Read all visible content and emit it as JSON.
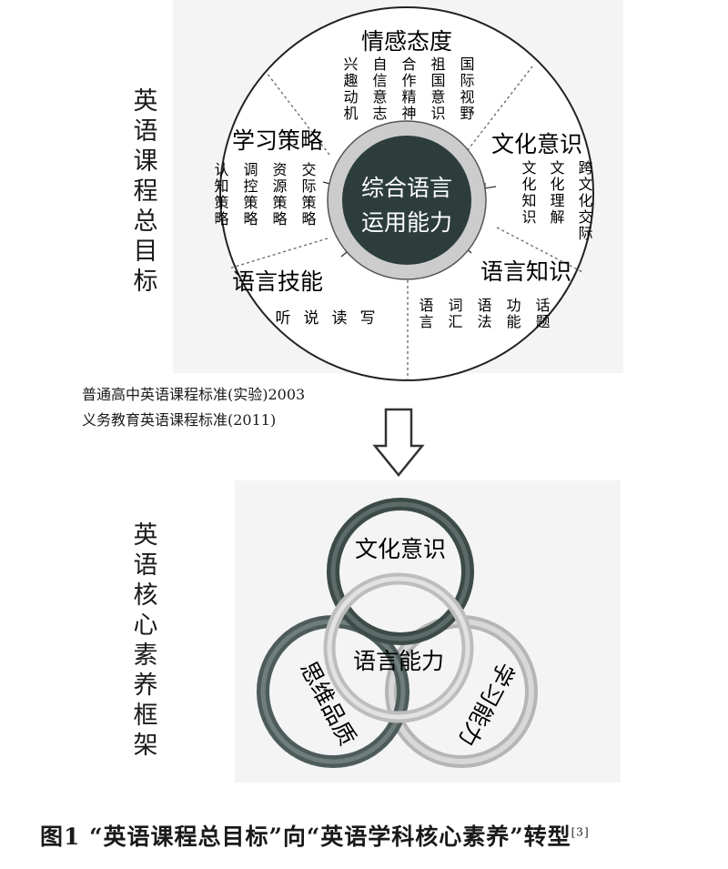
{
  "top_side_label": "英语课程总目标",
  "bottom_side_label": "英语核心素养框架",
  "top_diagram": {
    "center": [
      "综合语言",
      "运用能力"
    ],
    "sections": [
      {
        "title": "情感态度",
        "items": [
          "兴趣动机",
          "自信意志",
          "合作精神",
          "祖国意识",
          "国际视野"
        ]
      },
      {
        "title": "文化意识",
        "items": [
          "文化知识",
          "文化理解",
          "跨文化交际"
        ]
      },
      {
        "title": "语言知识",
        "items": [
          "语言",
          "词汇",
          "语法",
          "功能",
          "话题"
        ]
      },
      {
        "title": "语言技能",
        "items": [
          "听",
          "说",
          "读",
          "写"
        ]
      },
      {
        "title": "学习策略",
        "items": [
          "认知策略",
          "调控策略",
          "资源策略",
          "交际策略"
        ]
      }
    ]
  },
  "sources": [
    "普通高中英语课程标准(实验)2003",
    "义务教育英语课程标准(2011)"
  ],
  "bottom_diagram": {
    "top": "文化意识",
    "center": "语言能力",
    "left": "思维品质",
    "right": "学习能力"
  },
  "caption": {
    "text": "图1 “英语课程总目标”向“英语学科核心素养”转型",
    "ref": "[3]"
  }
}
